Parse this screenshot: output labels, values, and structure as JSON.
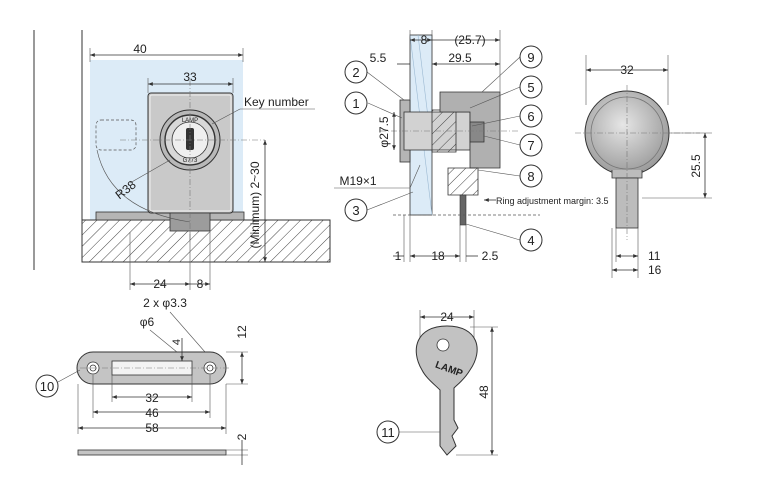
{
  "dimensions": {
    "w40": "40",
    "w33": "33",
    "key_number": "Key number",
    "r38": "R38",
    "range": "(Minimum) 2~30",
    "w24_front": "24",
    "w8_front": "8",
    "w8_top": "8",
    "w25_7": "(25.7)",
    "w5_5": "5.5",
    "w29_5": "29.5",
    "phi27_5": "φ27.5",
    "m19": "M19×1",
    "ring_margin": "Ring adjustment margin: 3.5",
    "w1": "1",
    "w18": "18",
    "w2_5": "2.5",
    "w32_side": "32",
    "h25_5": "25.5",
    "w11": "11",
    "w16": "16",
    "holes": "2 x φ3.3",
    "phi6": "φ6",
    "h4": "4",
    "h12": "12",
    "w32_plate": "32",
    "w46": "46",
    "w58": "58",
    "t2": "2",
    "key_w24": "24",
    "key_h48": "48",
    "lamp_mark": "LAMP",
    "face_brand": "LAMP",
    "face_code": "G773"
  },
  "callouts": [
    "1",
    "2",
    "3",
    "4",
    "5",
    "6",
    "7",
    "8",
    "9",
    "10",
    "11"
  ],
  "colors": {
    "glass": "#dcebf7",
    "body_fill": "#c9c9c9",
    "dark": "#8c8c8c",
    "hatch": "#444444"
  }
}
